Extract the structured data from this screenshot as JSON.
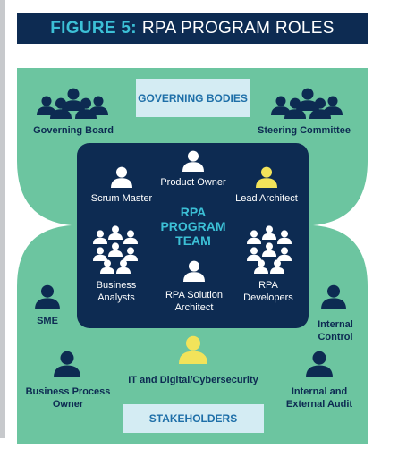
{
  "header": {
    "figure_number": "FIGURE 5:",
    "title": "RPA PROGRAM ROLES"
  },
  "boxes": {
    "governing_bodies": "GOVERNING BODIES",
    "stakeholders": "STAKEHOLDERS"
  },
  "team": {
    "title": "RPA PROGRAM TEAM"
  },
  "roles": {
    "governing_board": "Governing Board",
    "steering_committee": "Steering Committee",
    "product_owner": "Product Owner",
    "scrum_master": "Scrum Master",
    "lead_architect": "Lead Architect",
    "business_analysts": "Business Analysts",
    "rpa_solution_architect": "RPA Solution Architect",
    "rpa_developers": "RPA Developers",
    "sme": "SME",
    "internal_control": "Internal Control",
    "business_process_owner": "Business Process Owner",
    "it_digital_cybersecurity": "IT and Digital/Cybersecurity",
    "internal_external_audit": "Internal and External Audit"
  },
  "colors": {
    "navy": "#0d2b52",
    "green": "#6cc5a0",
    "light_blue_box": "#d4ecf3",
    "accent_cyan": "#3cc0d6",
    "yellow": "#f2e35a",
    "white": "#ffffff"
  },
  "icons": {
    "person": "person-icon",
    "group": "group-icon"
  }
}
